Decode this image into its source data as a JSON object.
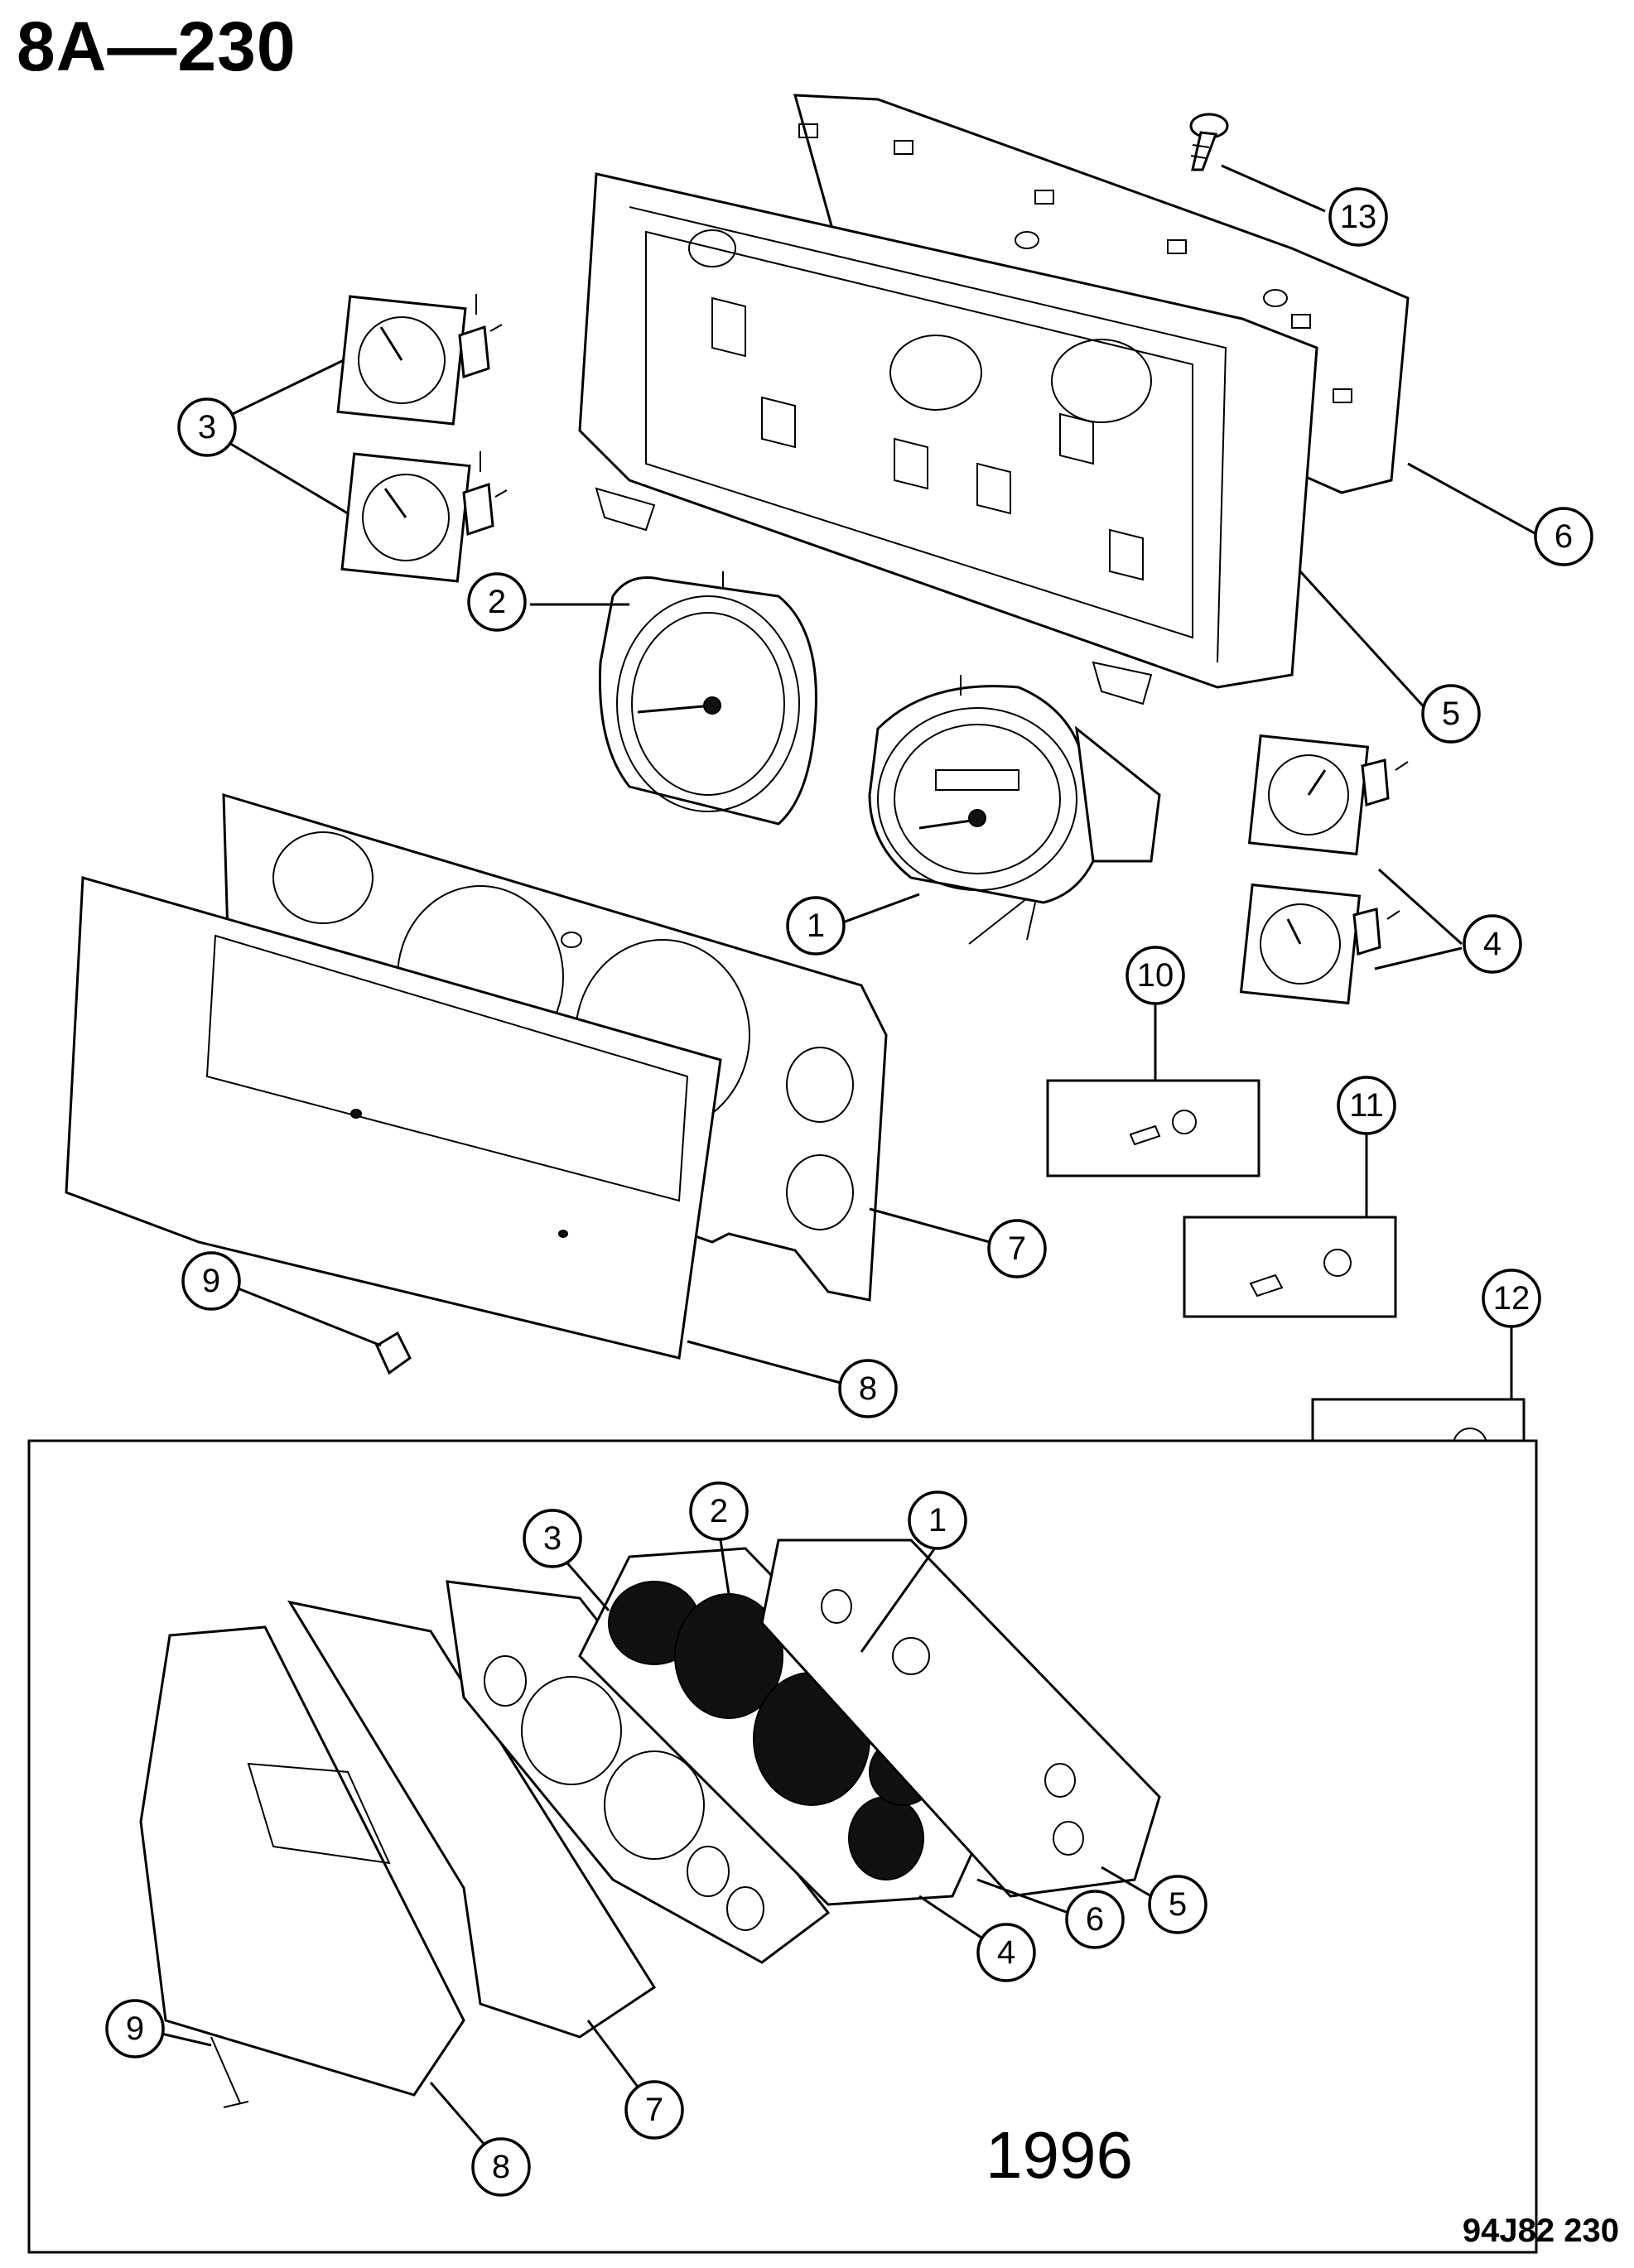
{
  "header": {
    "page_label": "8A—230"
  },
  "footer": {
    "drawing_number": "94J82 230"
  },
  "inset": {
    "year_label": "1996"
  },
  "callouts_main": [
    "1",
    "2",
    "3",
    "4",
    "5",
    "6",
    "7",
    "8",
    "9",
    "10",
    "11",
    "12",
    "13"
  ],
  "callouts_inset": [
    "1",
    "2",
    "3",
    "4",
    "5",
    "6",
    "7",
    "8",
    "9"
  ]
}
